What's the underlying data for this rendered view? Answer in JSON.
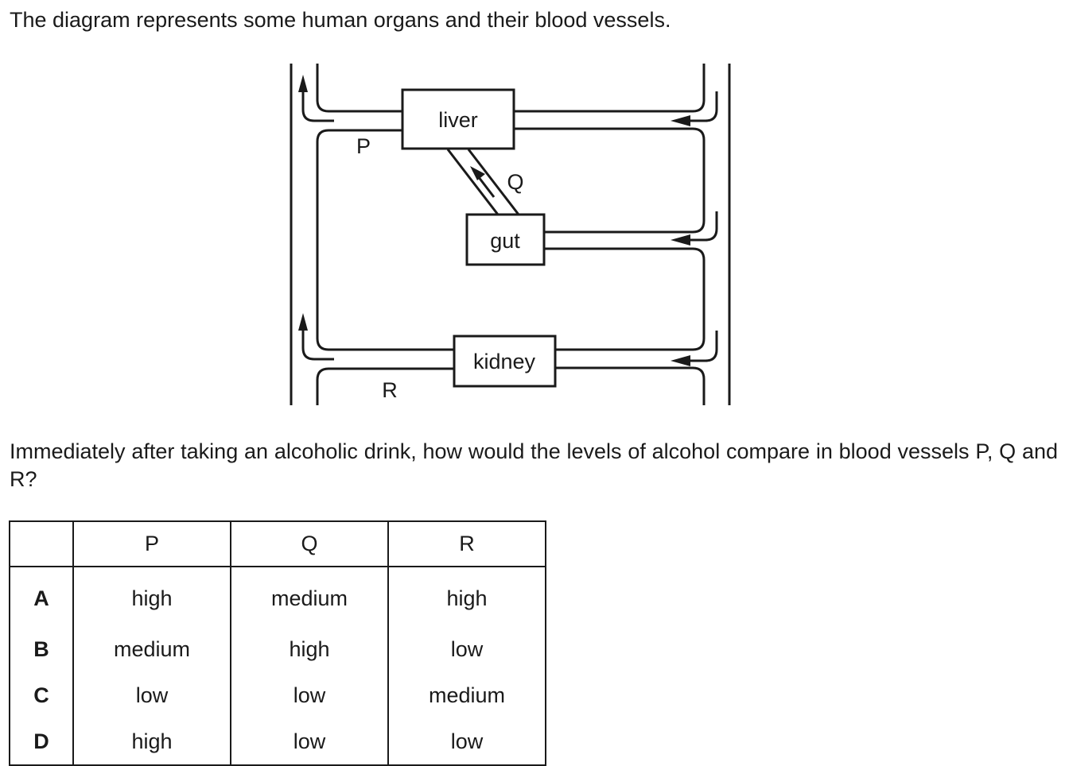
{
  "intro": "The diagram represents some human organs and their blood vessels.",
  "diagram": {
    "organs": {
      "liver": "liver",
      "gut": "gut",
      "kidney": "kidney"
    },
    "vessels": {
      "p": "P",
      "q": "Q",
      "r": "R"
    }
  },
  "question": "Immediately after taking an alcoholic drink, how would the levels of alcohol compare in blood vessels P, Q and R?",
  "table": {
    "headers": [
      "",
      "P",
      "Q",
      "R"
    ],
    "rows": [
      {
        "option": "A",
        "p": "high",
        "q": "medium",
        "r": "high"
      },
      {
        "option": "B",
        "p": "medium",
        "q": "high",
        "r": "low"
      },
      {
        "option": "C",
        "p": "low",
        "q": "low",
        "r": "medium"
      },
      {
        "option": "D",
        "p": "high",
        "q": "low",
        "r": "low"
      }
    ]
  }
}
